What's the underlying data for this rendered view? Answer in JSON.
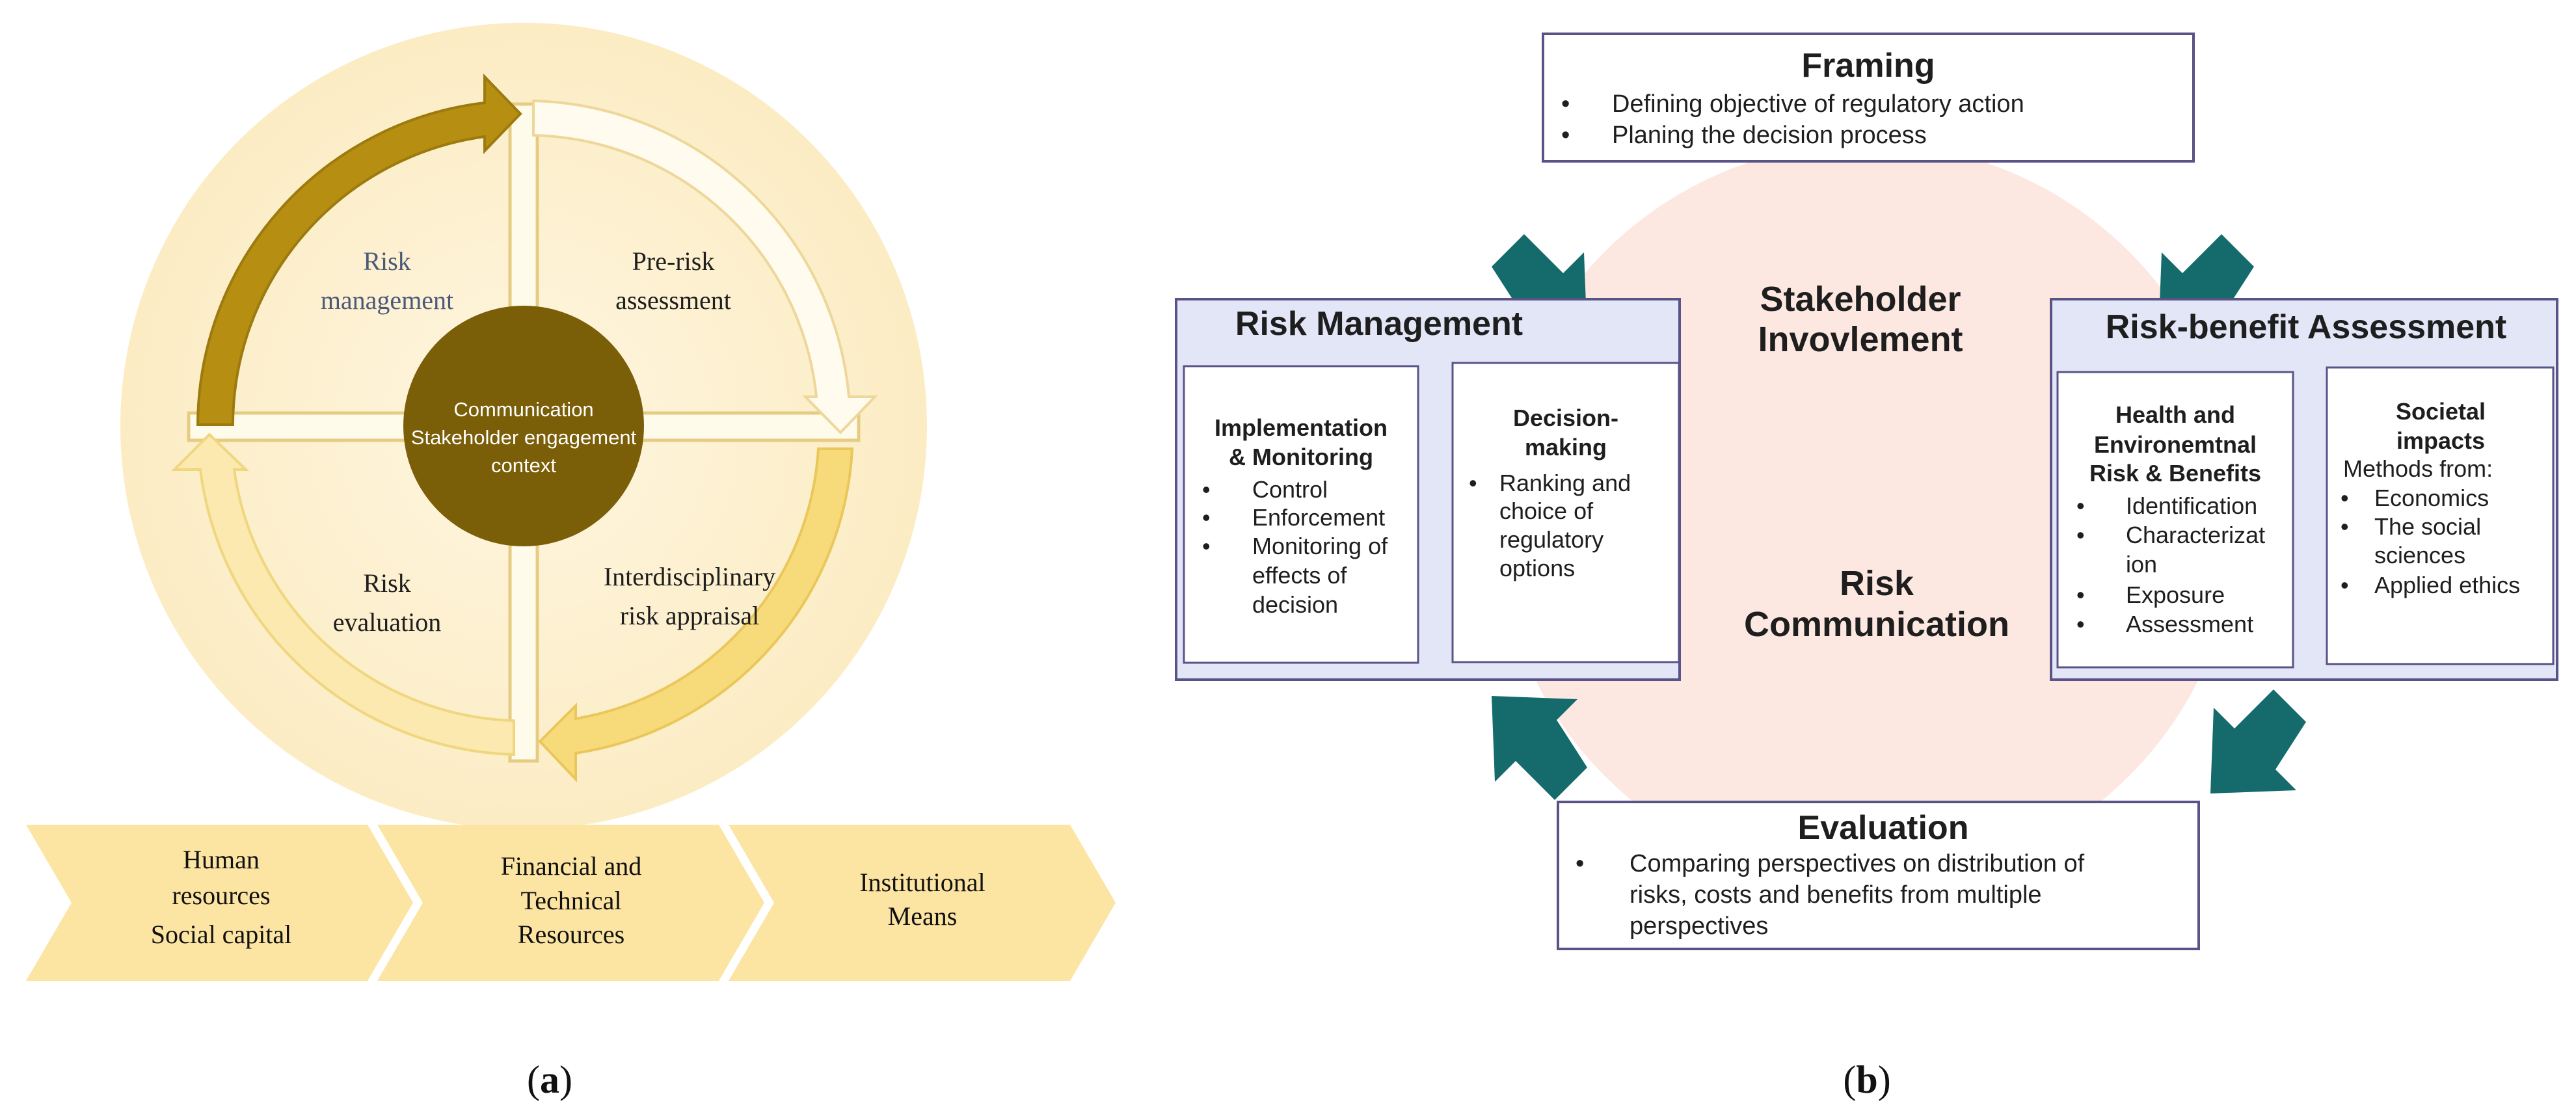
{
  "panel_a": {
    "quadrants": {
      "top_left": [
        "Risk",
        "management"
      ],
      "top_right": [
        "Pre-risk",
        "assessment"
      ],
      "bottom_left": [
        "Risk",
        "evaluation"
      ],
      "bottom_right": [
        "Interdisciplinary",
        "risk appraisal"
      ]
    },
    "center": [
      "Communication",
      "Stakeholder engagement",
      "context"
    ],
    "chevrons": [
      [
        "Human",
        "resources",
        "Social capital"
      ],
      [
        "Financial and",
        "Technical",
        "Resources"
      ],
      [
        "Institutional",
        "Means"
      ]
    ],
    "caption_letter": "a",
    "caption_open": "(",
    "caption_close": ")"
  },
  "panel_b": {
    "framing": {
      "title": "Framing",
      "bullets": [
        "Defining objective of regulatory action",
        "Planing the decision process"
      ]
    },
    "center_top": [
      "Stakeholder",
      "Invovlement"
    ],
    "center_bottom": [
      "Risk",
      "Communication"
    ],
    "risk_management": {
      "title": "Risk Management",
      "left": {
        "heading": [
          "Implementation",
          "& Monitoring"
        ],
        "bullets": [
          [
            "Control"
          ],
          [
            "Enforcement"
          ],
          [
            "Monitoring of",
            "effects of",
            "decision"
          ]
        ]
      },
      "right": {
        "heading": [
          "Decision-",
          "making"
        ],
        "bullets": [
          [
            "Ranking and",
            "choice of",
            "regulatory",
            "options"
          ]
        ]
      }
    },
    "risk_benefit": {
      "title": "Risk-benefit Assessment",
      "left": {
        "heading": [
          "Health and",
          "Environemtnal",
          "Risk & Benefits"
        ],
        "bullets": [
          [
            "Identification"
          ],
          [
            "Characterizat",
            "ion"
          ],
          [
            "Exposure"
          ],
          [
            "Assessment"
          ]
        ]
      },
      "right": {
        "heading": [
          "Societal",
          "impacts"
        ],
        "subheading": "Methods from:",
        "bullets": [
          [
            "Economics"
          ],
          [
            "The social",
            "sciences"
          ],
          [
            "Applied ethics"
          ]
        ]
      }
    },
    "evaluation": {
      "title": "Evaluation",
      "bullets": [
        [
          "Comparing perspectives on distribution of",
          "risks, costs and benefits from multiple",
          "perspectives"
        ]
      ]
    },
    "caption_letter": "b",
    "caption_open": "(",
    "caption_close": ")"
  },
  "colors": {
    "halo": "#FDF1CF",
    "center_disc": "#7B5E08",
    "dark_gold": "#B58E12",
    "mid_yellow": "#F7DB7B",
    "pale_yellow": "#FBE9AF",
    "chevron": "#FCE4A2",
    "pink_circle": "#FCE8E1",
    "box_fill": "#E3E6F7",
    "box_border": "#5A5388",
    "teal_arrow": "#156B6B"
  }
}
